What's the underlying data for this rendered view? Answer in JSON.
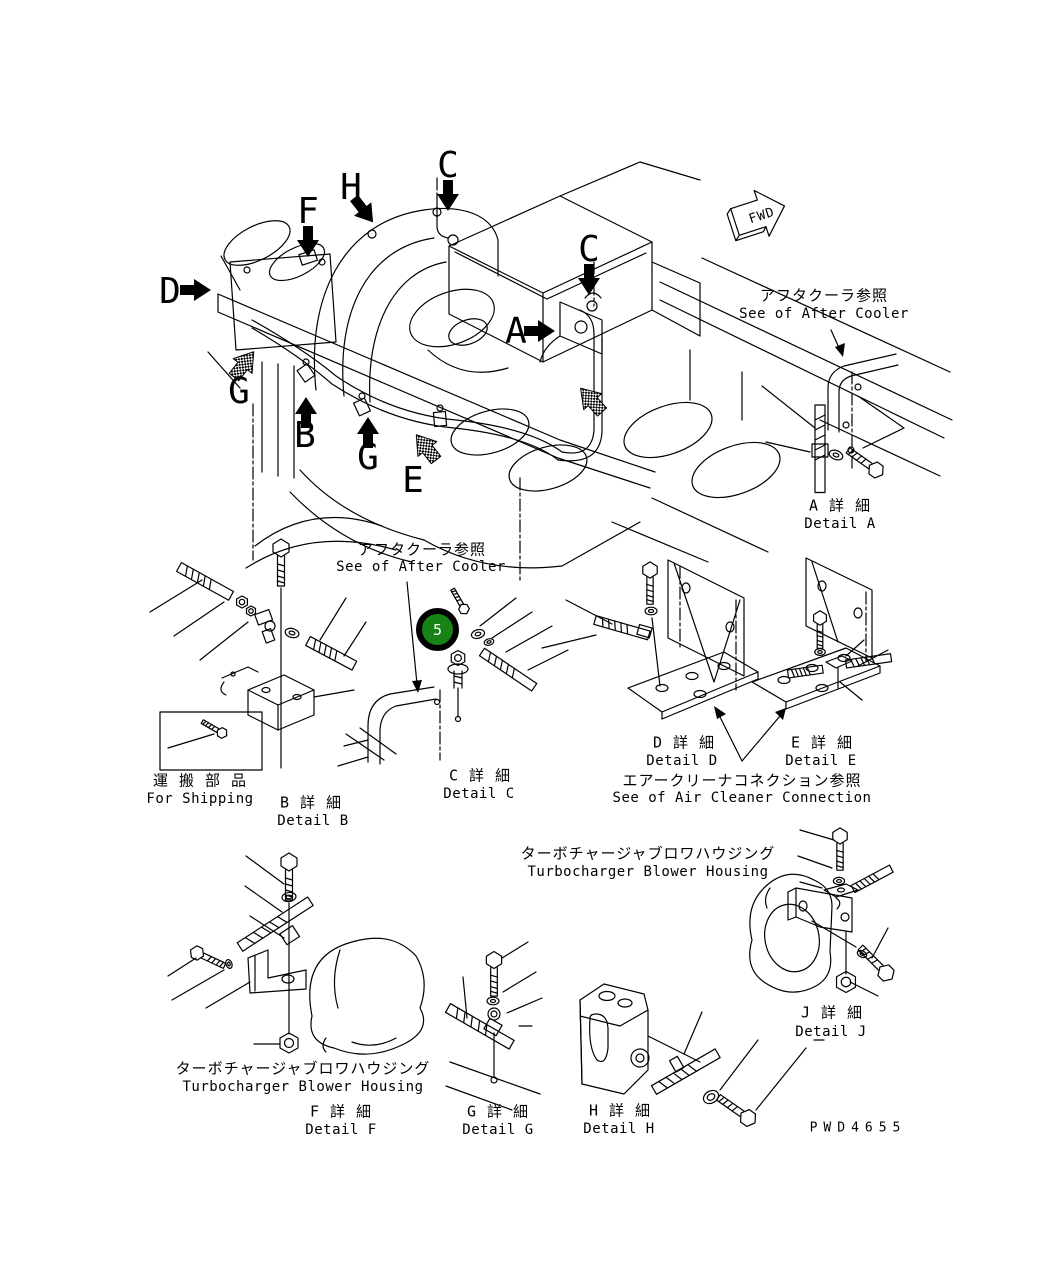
{
  "page": {
    "background": "#ffffff",
    "line_color": "#000000",
    "drawing_number": "PWD4655"
  },
  "main_view": {
    "fwd_label": "FWD",
    "callouts": [
      "C",
      "H",
      "F",
      "D",
      "A",
      "G",
      "B",
      "G",
      "E",
      "C"
    ]
  },
  "references": {
    "after_cooler_top": {
      "jp": "アフタクーラ参照",
      "en": "See of After Cooler"
    },
    "after_cooler_mid": {
      "jp": "アフタクーラ参照",
      "en": "See of After Cooler"
    },
    "air_cleaner": {
      "jp": "エアークリーナコネクション参照",
      "en": "See of Air Cleaner Connection"
    }
  },
  "details": {
    "a": {
      "title_jp": "A 詳 細",
      "title_en": "Detail A"
    },
    "b": {
      "title_jp": "B 詳 細",
      "title_en": "Detail B",
      "note_jp": "運 搬 部 品",
      "note_en": "For Shipping"
    },
    "c": {
      "title_jp": "C 詳 細",
      "title_en": "Detail C",
      "marker_value": "5",
      "marker_color": "#178317"
    },
    "d": {
      "title_jp": "D 詳 細",
      "title_en": "Detail D"
    },
    "e": {
      "title_jp": "E 詳 細",
      "title_en": "Detail E"
    },
    "f": {
      "title_jp": "F 詳 細",
      "title_en": "Detail F",
      "note_jp": "ターボチャージャブロワハウジング",
      "note_en": "Turbocharger Blower Housing"
    },
    "g": {
      "title_jp": "G 詳 細",
      "title_en": "Detail G"
    },
    "h": {
      "title_jp": "H 詳 細",
      "title_en": "Detail H"
    },
    "j": {
      "title_jp": "J 詳 細",
      "title_en": "Detail J",
      "note_jp": "ターボチャージャブロワハウジング",
      "note_en": "Turbocharger Blower Housing"
    }
  }
}
